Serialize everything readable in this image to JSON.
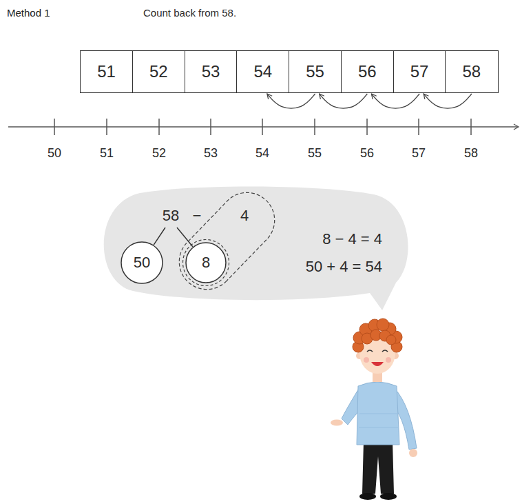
{
  "diagram": {
    "title": "Method 1",
    "nodes": [
      {
        "text": [
          "51"
        ]
      },
      {
        "text": [
          "52"
        ]
      },
      {
        "text": [
          "53"
        ]
      },
      {
        "text": [
          "54"
        ]
      },
      {
        "text": [
          "55"
        ]
      },
      {
        "text": [
          "56"
        ]
      },
      {
        "text": [
          "57"
        ]
      },
      {
        "text": [
          "58"
        ]
      },
      {
        "text": [
          "58",
          "−",
          "8 − 4 = 4",
          "50 + 4 = 54"
        ]
      },
      {
        "text": [
          "50"
        ],
        "in": 8
      },
      {
        "text": [
          "4"
        ],
        "in": 8
      },
      {
        "text": [
          "8"
        ],
        "in": 10
      }
    ],
    "edges": [
      {
        "from": 7,
        "to": 6,
        "arrow": "to"
      },
      {
        "from": 6,
        "to": 5,
        "arrow": "to"
      },
      {
        "from": 5,
        "to": 4,
        "arrow": "to"
      },
      {
        "from": 4,
        "to": 3,
        "arrow": "to"
      }
    ],
    "labels": [
      "Count back from 58.",
      "50",
      "51",
      "52",
      "53",
      "54",
      "55",
      "56",
      "57",
      "58"
    ]
  }
}
